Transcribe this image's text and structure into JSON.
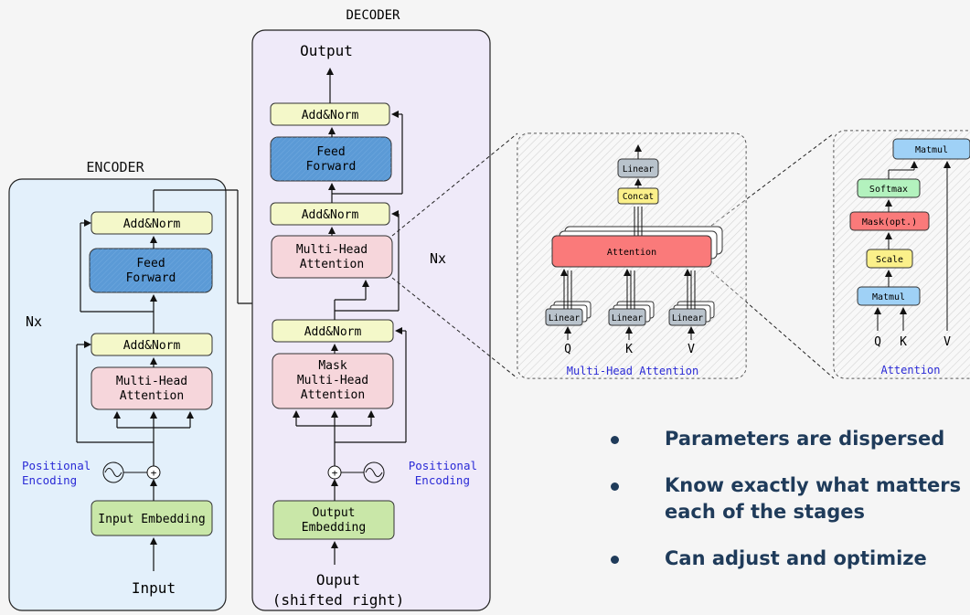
{
  "decoder": {
    "title": "DECODER",
    "output": "Output",
    "add_norm_top": "Add&Norm",
    "feed_forward_1": "Feed",
    "feed_forward_2": "Forward",
    "add_norm_mid": "Add&Norm",
    "mha_1": "Multi-Head",
    "mha_2": "Attention",
    "nx": "Nx",
    "add_norm_low": "Add&Norm",
    "masked_1": "Mask",
    "masked_2": "Multi-Head",
    "masked_3": "Attention",
    "pos_enc_1": "Positional",
    "pos_enc_2": "Encoding",
    "embedding_1": "Output",
    "embedding_2": "Embedding",
    "input_1": "Ouput",
    "input_2": "(shifted right)"
  },
  "encoder": {
    "title": "ENCODER",
    "add_norm_top": "Add&Norm",
    "feed_forward_1": "Feed",
    "feed_forward_2": "Forward",
    "nx": "Nx",
    "add_norm_low": "Add&Norm",
    "mha_1": "Multi-Head",
    "mha_2": "Attention",
    "pos_enc_1": "Positional",
    "pos_enc_2": "Encoding",
    "embedding": "Input Embedding",
    "input": "Input"
  },
  "mha_detail": {
    "linear_top": "Linear",
    "concat": "Concat",
    "attention": "Attention",
    "linear_q": "Linear",
    "linear_k": "Linear",
    "linear_v": "Linear",
    "q": "Q",
    "k": "K",
    "v": "V",
    "caption": "Multi-Head Attention"
  },
  "attention_detail": {
    "matmul_top": "Matmul",
    "softmax": "Softmax",
    "mask": "Mask(opt.)",
    "scale": "Scale",
    "matmul_bottom": "Matmul",
    "q": "Q",
    "k": "K",
    "v": "V",
    "caption": "Attention"
  },
  "bullets": [
    "Parameters are dispersed",
    "Know exactly what matters",
    "each of the stages",
    "Can adjust and optimize"
  ],
  "colors": {
    "encoder_panel": "#e3f0fb",
    "decoder_panel": "#efeaf9",
    "add_norm": "#f4f8c9",
    "feed_forward": "#5b9ad6",
    "attention": "#f6d6db",
    "embedding": "#c9e7a8",
    "attention_red": "#fa7a7a",
    "concat": "#fbf08a",
    "linear": "#b9c3cc",
    "matmul": "#9fd1f6",
    "softmax": "#b3f2be",
    "bullet_text": "#1f3b5a",
    "blue_label": "#2a2ad6"
  }
}
